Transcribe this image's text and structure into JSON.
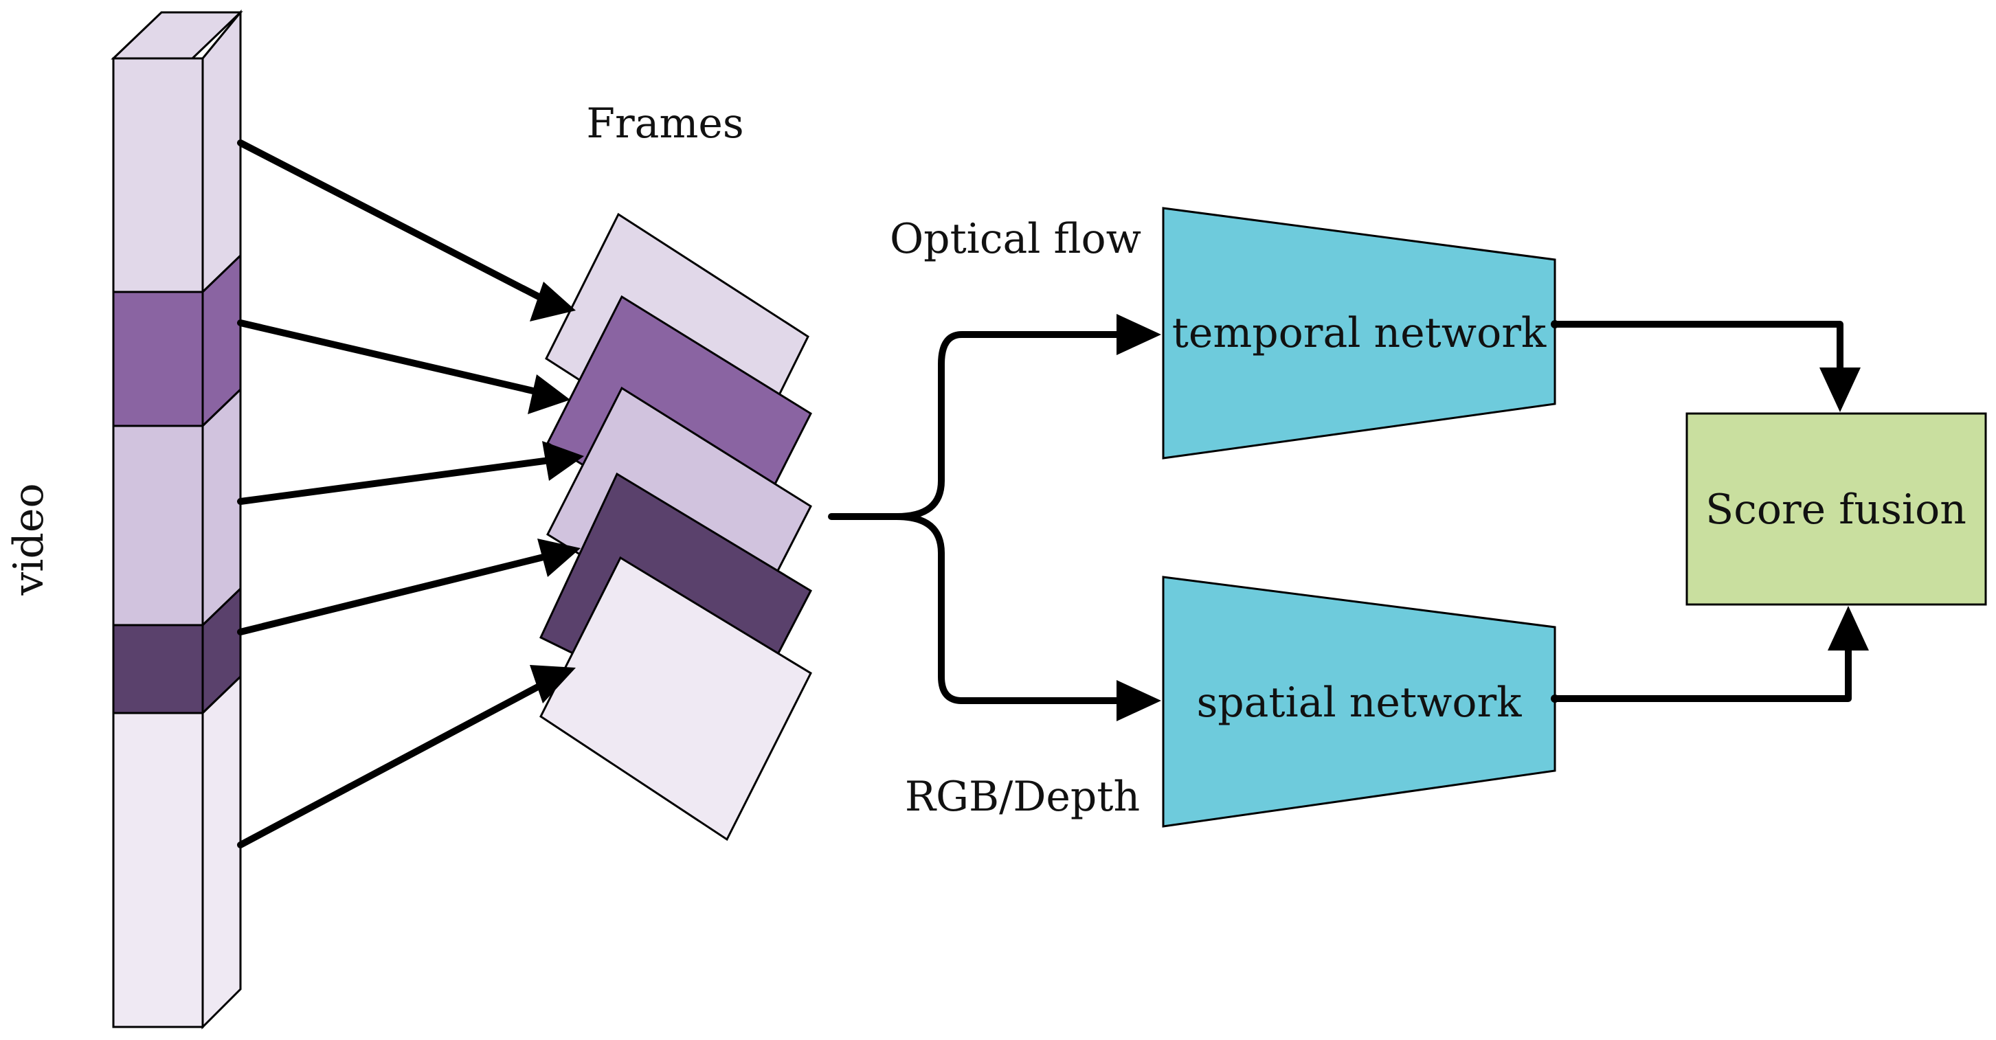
{
  "labels": {
    "video": "video",
    "frames": "Frames",
    "optical_flow": "Optical flow",
    "rgb_depth": "RGB/Depth",
    "temporal_network": "temporal network",
    "spatial_network": "spatial network",
    "score_fusion": "Score fusion"
  },
  "colors": {
    "frame_lightest": "#efe9f3",
    "frame_light": "#e1d8e9",
    "frame_mid_light": "#d1c3de",
    "frame_medium": "#8a64a2",
    "frame_dark": "#5a416c",
    "network": "#6ecbdc",
    "fusion": "#c9df9f"
  }
}
